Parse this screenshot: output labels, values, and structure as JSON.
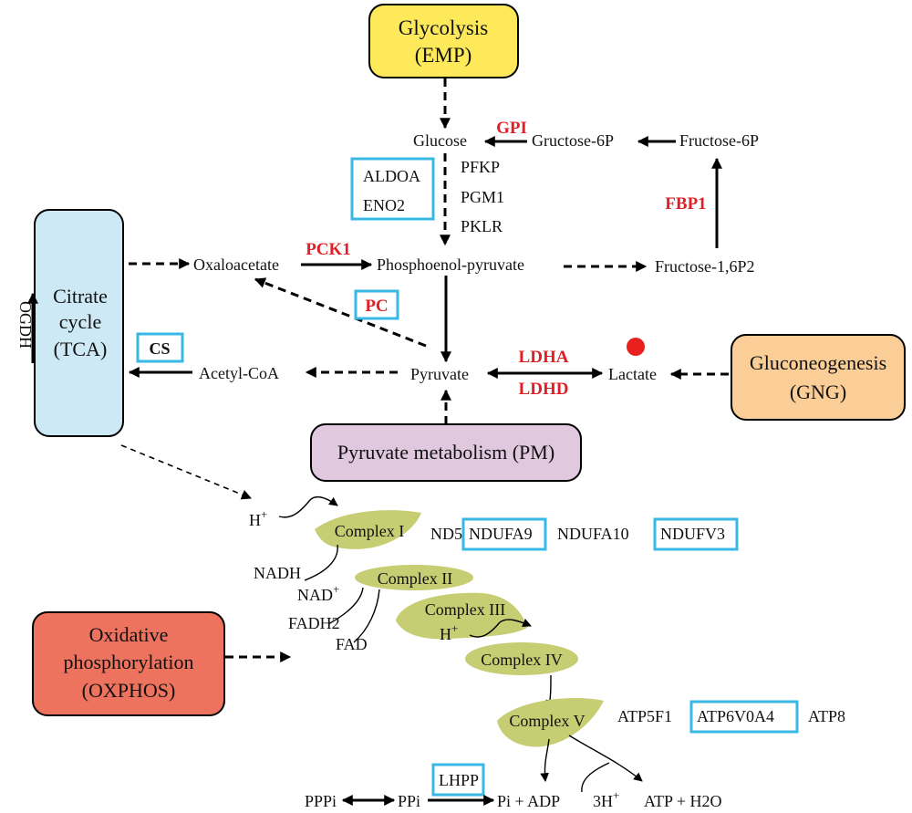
{
  "pathways": {
    "glycolysis": {
      "line1": "Glycolysis",
      "line2": "(EMP)",
      "color": "#fde95a"
    },
    "tca": {
      "line1": "Citrate",
      "line2": "cycle",
      "line3": "(TCA)",
      "color": "#cde9f6"
    },
    "gluconeogenesis": {
      "line1": "Gluconeogenesis",
      "line2": "(GNG)",
      "color": "#fbcd97"
    },
    "pyruvate_metabolism": {
      "label": "Pyruvate metabolism (PM)",
      "color": "#e0c8df"
    },
    "oxphos": {
      "line1": "Oxidative",
      "line2": "phosphorylation",
      "line3": "(OXPHOS)",
      "color": "#ee735f"
    }
  },
  "metabolites": {
    "glucose": "Glucose",
    "gructose6p": "Gructose-6P",
    "fructose6p": "Fructose-6P",
    "oxaloacetate": "Oxaloacetate",
    "pep": "Phosphoenol-pyruvate",
    "fructose16p2": "Fructose-1,6P2",
    "acetylcoa": "Acetyl-CoA",
    "pyruvate": "Pyruvate",
    "lactate": "Lactate",
    "pppi": "PPPi",
    "ppi": "PPi",
    "pi_adp": "Pi + ADP",
    "three_h": "3H",
    "atp_h2o": "ATP + H2O",
    "h_plus": "H",
    "nadh": "NADH",
    "nad": "NAD",
    "fadh2": "FADH2",
    "fad": "FAD",
    "plus": "+"
  },
  "red_genes": {
    "gpi": "GPI",
    "fbp1": "FBP1",
    "pck1": "PCK1",
    "pc": "PC",
    "ldha": "LDHA",
    "ldhd": "LDHD"
  },
  "genes": {
    "aldoa": "ALDOA",
    "eno2": "ENO2",
    "pfkp": "PFKP",
    "pgm1": "PGM1",
    "pklr": "PKLR",
    "cs": "CS",
    "ogdh": "OGDH",
    "nd5": "ND5",
    "ndufa9": "NDUFA9",
    "ndufa10": "NDUFA10",
    "ndufv3": "NDUFV3",
    "atp5f1": "ATP5F1",
    "atp6v0a4": "ATP6V0A4",
    "atp8": "ATP8",
    "lhpp": "LHPP"
  },
  "complexes": {
    "c1": "Complex I",
    "c2": "Complex II",
    "c3": "Complex III",
    "c4": "Complex IV",
    "c5": "Complex V"
  },
  "colors": {
    "highlight_box": "#3ab8e4",
    "red_gene": "#e21f26",
    "complex_fill": "#c7cd72",
    "marker_dot": "#e8211e"
  }
}
